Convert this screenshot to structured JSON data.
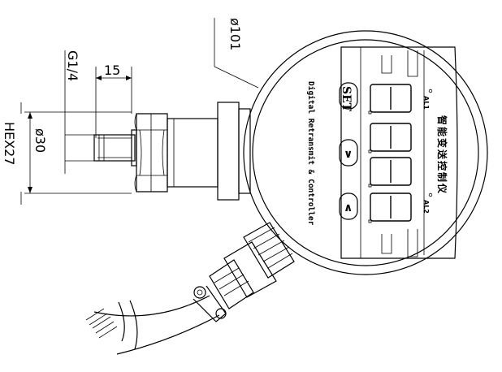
{
  "dimensions": {
    "outer_diameter": "ø101",
    "thread": "G1/4",
    "thread_length": "15",
    "body_diameter": "ø30",
    "hex": "HEX27"
  },
  "panel": {
    "title_en": "Digital Retransmit & Controller",
    "title_cn": "智能变送控制仪",
    "set_button": "SET",
    "down_button": "∨",
    "up_button": "∧",
    "alarm1": "AL1",
    "alarm2": "AL2"
  }
}
